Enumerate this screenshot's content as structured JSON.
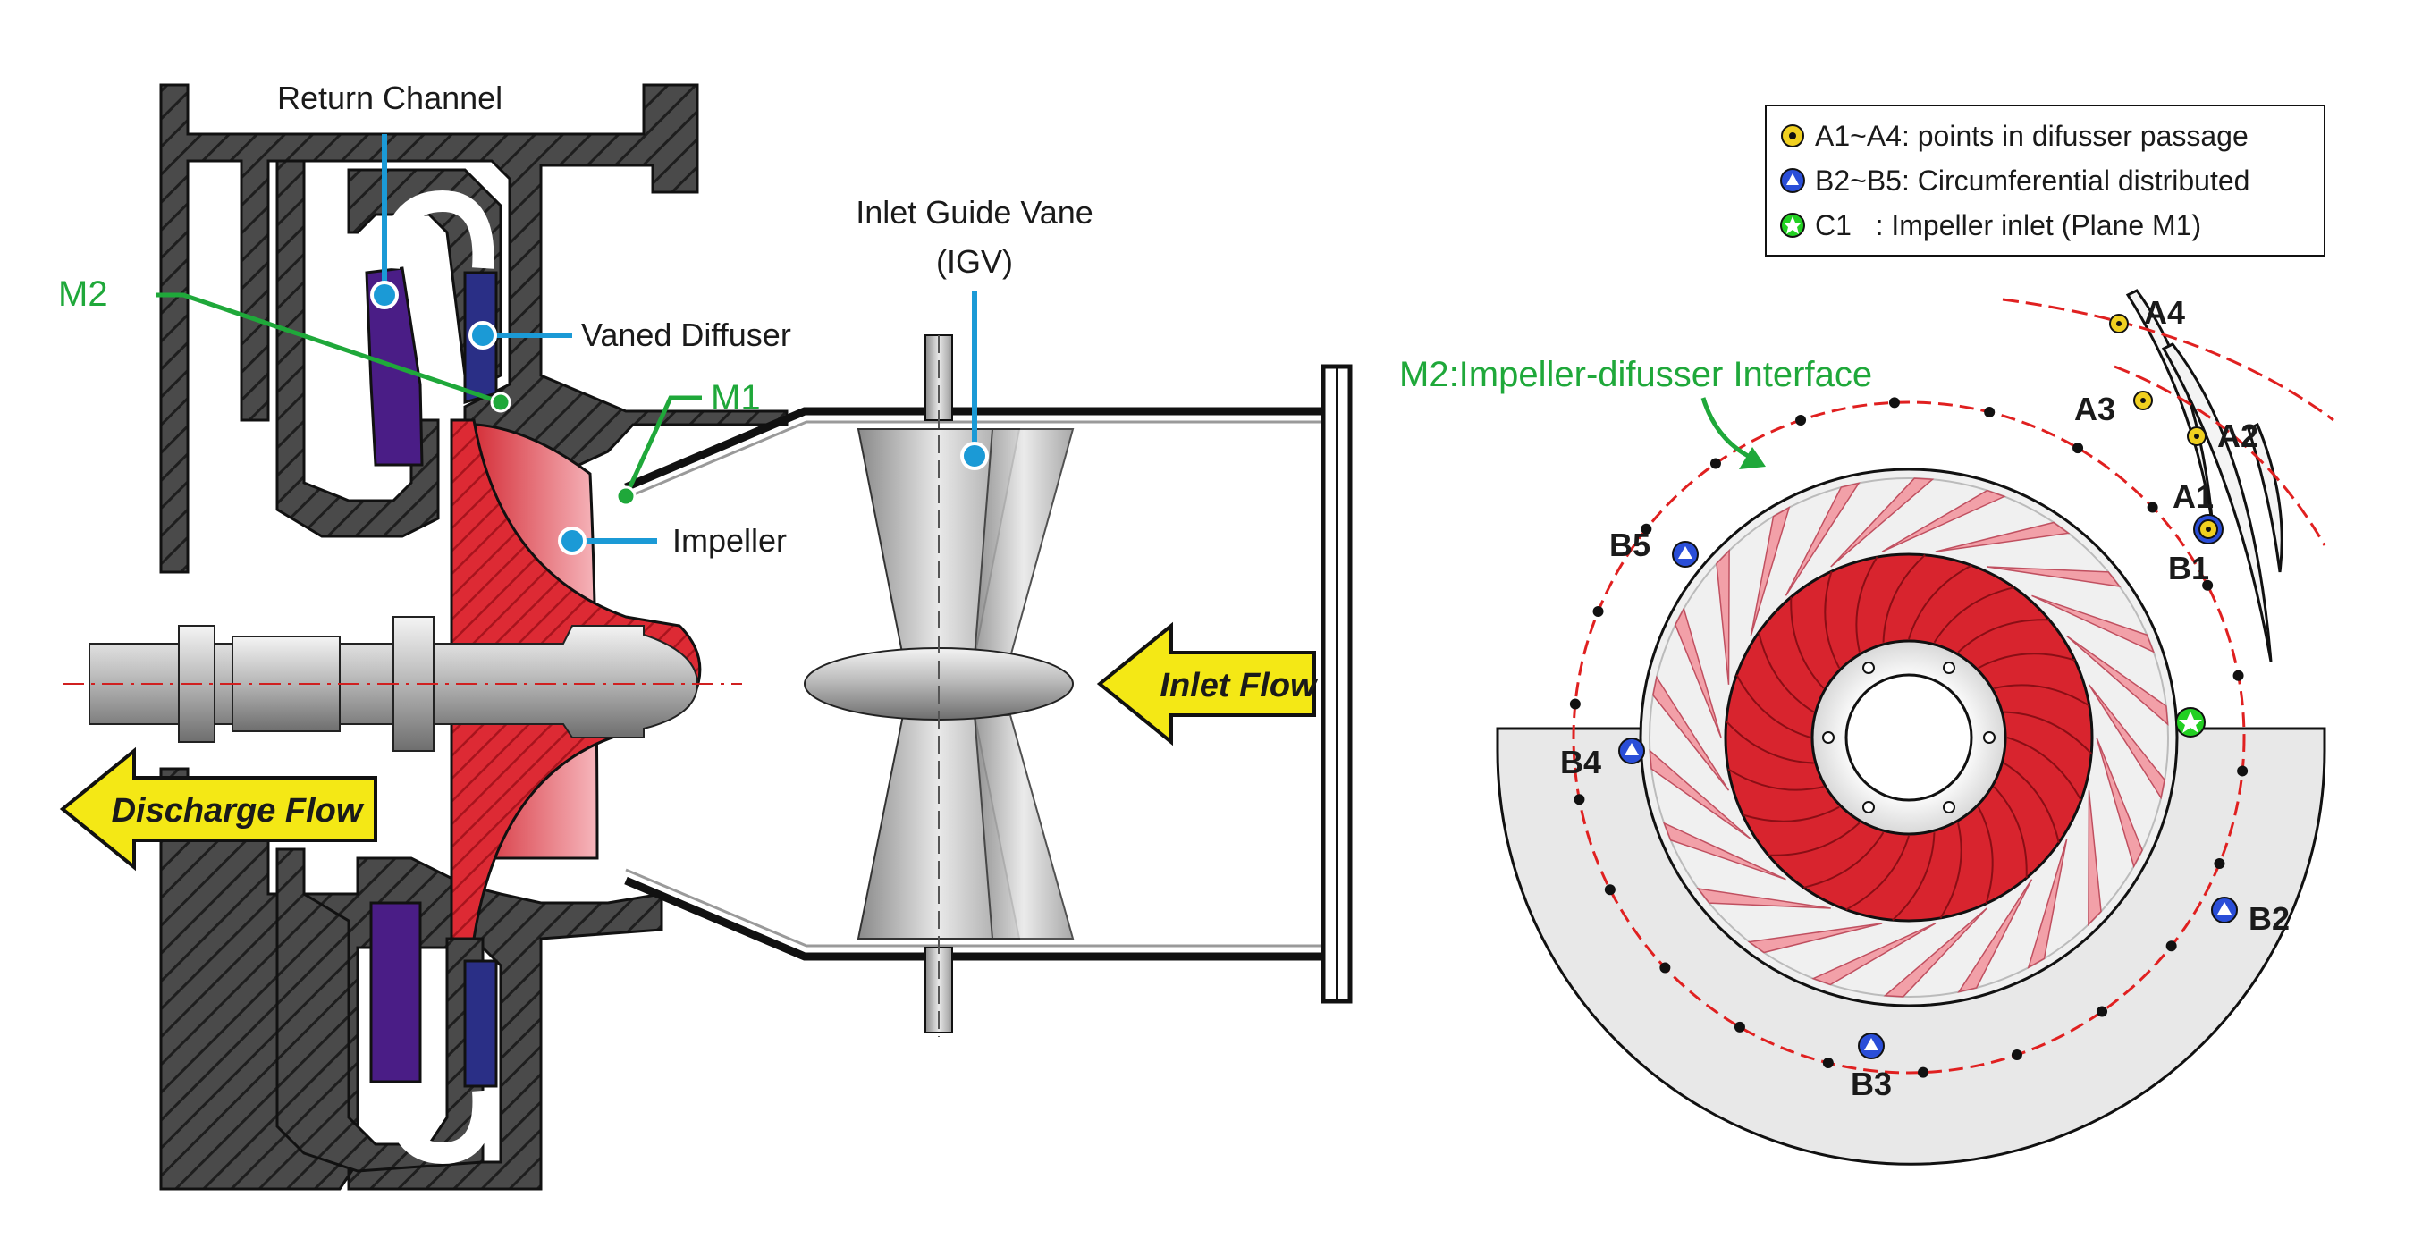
{
  "colors": {
    "housing": "#4a4a4a",
    "hatch": "#2a2a2a",
    "impeller_red": "#d8242e",
    "impeller_light": "#f2a0a8",
    "diffuser_blue": "#2a2f86",
    "return_purple": "#4a1d86",
    "callout_blue": "#1b9ad6",
    "interface_green": "#1fa83a",
    "arrow_yellow": "#f4e815",
    "dashed_red": "#e02020",
    "marker_a": "#f0d020",
    "marker_b": "#2a4ed8",
    "marker_c": "#22d022",
    "casing_grey": "#e8e8e8"
  },
  "section_view": {
    "labels": {
      "return_channel": "Return Channel",
      "vaned_diffuser": "Vaned Diffuser",
      "impeller": "Impeller",
      "igv_line1": "Inlet Guide Vane",
      "igv_line2": "(IGV)",
      "m1": "M1",
      "m2": "M2"
    },
    "arrows": {
      "inlet": "Inlet Flow",
      "discharge": "Discharge Flow"
    }
  },
  "plan_view": {
    "interface_label": "M2:Impeller-difusser Interface",
    "legend": [
      {
        "icon": "circle-dot-marker-icon",
        "text": "A1~A4: points in difusser passage"
      },
      {
        "icon": "triangle-marker-icon",
        "text": "B2~B5: Circumferential distributed"
      },
      {
        "icon": "star-marker-icon",
        "text": "C1   : Impeller inlet (Plane M1)"
      }
    ],
    "points": {
      "a1": "A1",
      "a2": "A2",
      "a3": "A3",
      "a4": "A4",
      "b1": "B1",
      "b2": "B2",
      "b3": "B3",
      "b4": "B4",
      "b5": "B5"
    }
  }
}
